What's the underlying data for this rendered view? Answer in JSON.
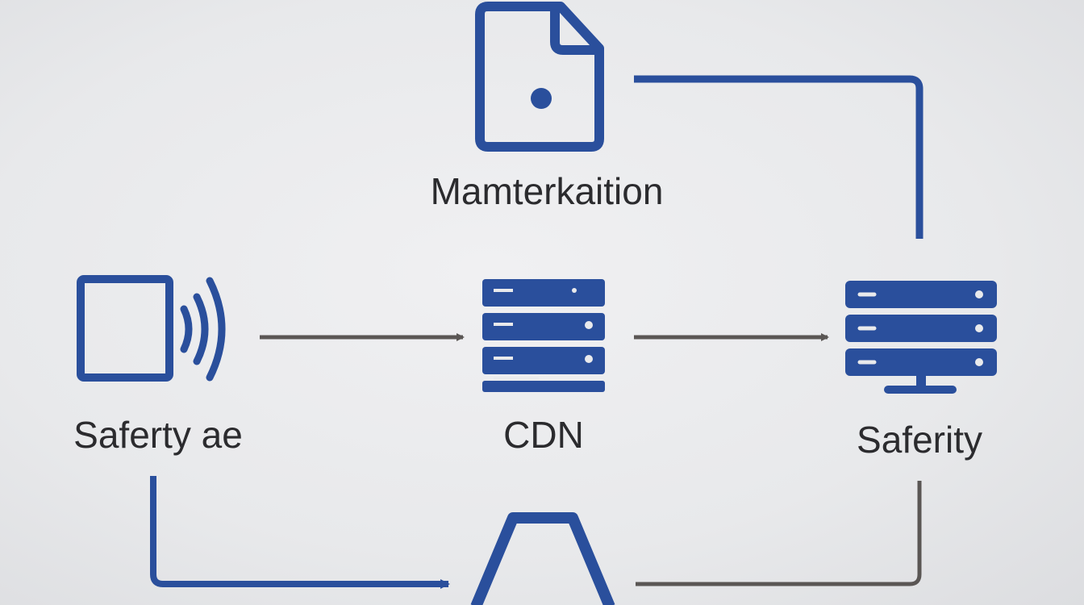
{
  "nodes": {
    "document": {
      "label": "Mamterkaition",
      "icon": "document-icon"
    },
    "device": {
      "label": "Saferty ae",
      "icon": "wireless-device-icon"
    },
    "cdn": {
      "label": "CDN",
      "icon": "server-rack-icon"
    },
    "server": {
      "label": "Saferity",
      "icon": "server-monitor-icon"
    },
    "bottom": {
      "label": "",
      "icon": "trapezoid-icon"
    }
  },
  "colors": {
    "icon": "#2a4f9c",
    "arrow": "#5a5654",
    "text": "#2b2b2e",
    "background": "#e9eaec"
  }
}
